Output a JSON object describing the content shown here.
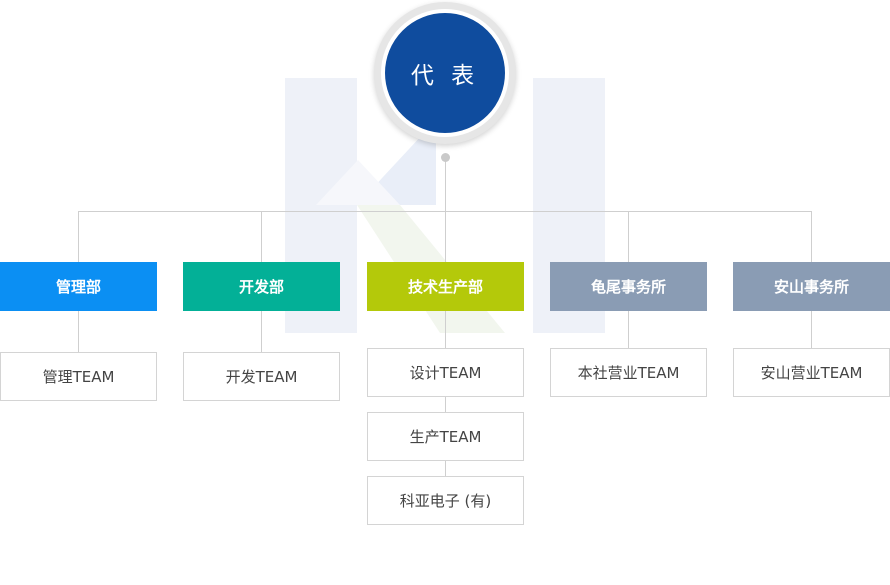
{
  "root": {
    "label": "代 表",
    "color": "#0f4c9e"
  },
  "departments": [
    {
      "label": "管理部",
      "color": "#0b8ff3"
    },
    {
      "label": "开发部",
      "color": "#03b097"
    },
    {
      "label": "技术生产部",
      "color": "#b4c90a"
    },
    {
      "label": "龟尾事务所",
      "color": "#8a9cb4"
    },
    {
      "label": "安山事务所",
      "color": "#8a9cb4"
    }
  ],
  "teams": {
    "management": [
      "管理TEAM"
    ],
    "development": [
      "开发TEAM"
    ],
    "production": [
      "设计TEAM",
      "生产TEAM",
      "科亚电子 (有)"
    ],
    "gumi": [
      "本社营业TEAM"
    ],
    "ansan": [
      "安山营业TEAM"
    ]
  }
}
